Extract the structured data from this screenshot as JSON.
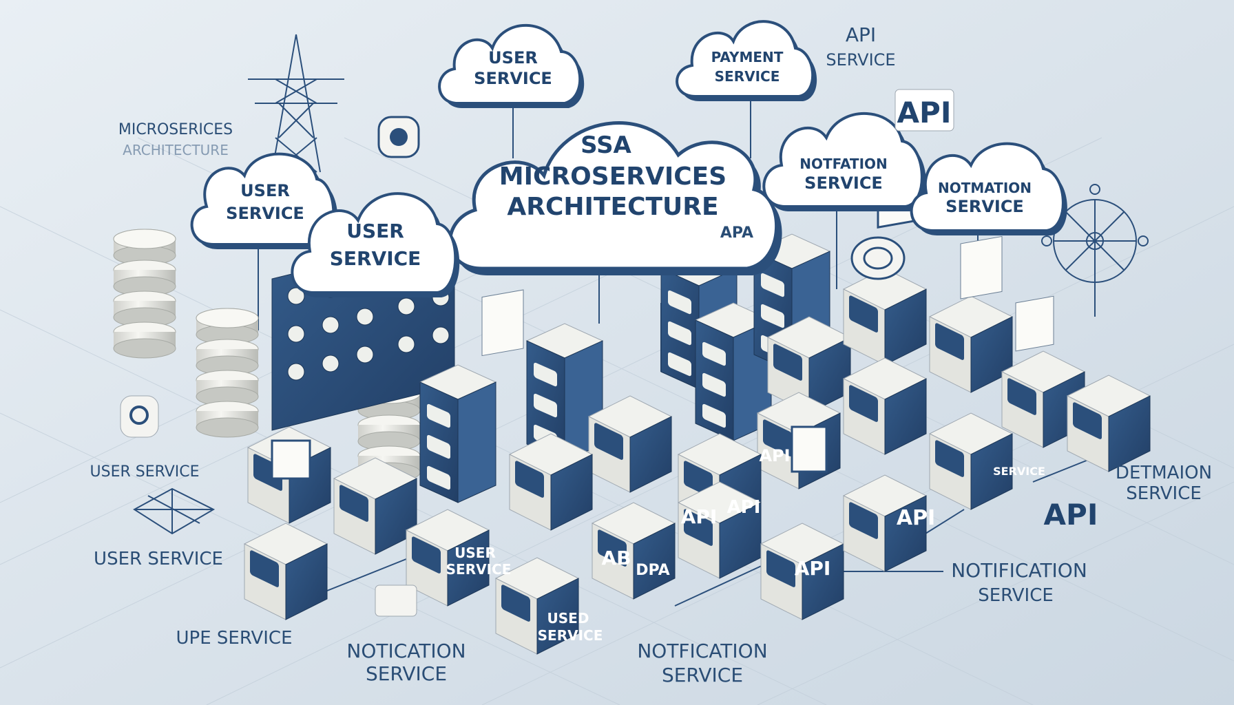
{
  "title": {
    "line1": "SSA",
    "line2": "MICROSERVICES",
    "line3": "ARCHITECTURE"
  },
  "clouds": [
    {
      "lines": [
        "USER",
        "SERVICE"
      ]
    },
    {
      "lines": [
        "PAYMENT",
        "SERVICE"
      ]
    },
    {
      "lines": [
        "USER",
        "SERVICE"
      ]
    },
    {
      "lines": [
        "USER",
        "SERVICE"
      ]
    },
    {
      "lines": [
        "NOTFATION",
        "SERVICE"
      ]
    },
    {
      "lines": [
        "NOTMATION",
        "SERVICE"
      ]
    }
  ],
  "floating_labels": {
    "api_service_top": [
      "API",
      "SERVICE"
    ],
    "api_badge": "API",
    "microservices_left": [
      "MICROSERICES",
      "ARCHITECTURE"
    ],
    "apa": "APA",
    "user_service_a": "USER SERVICE",
    "user_service_b": "USER SERVICE",
    "upe_service": "UPE SERVICE",
    "notification_a": [
      "NOTICATION",
      "SERVICE"
    ],
    "notification_b": [
      "NOTFICATION",
      "SERVICE"
    ],
    "notification_c": [
      "NOTIFICATION",
      "SERVICE"
    ],
    "detmaion": [
      "DETMAION",
      "SERVICE"
    ],
    "api_right": "API"
  },
  "box_labels": {
    "api": "API",
    "api2": "API",
    "api3": "API",
    "api4": "API",
    "api5": "API",
    "ab": "AB",
    "dpa": "DPA",
    "user_service": [
      "USER",
      "SERVICE"
    ],
    "used_service": [
      "USED",
      "SERVICE"
    ],
    "service": "SERVICE"
  },
  "colors": {
    "background": "#dfe7ee",
    "navy": "#2b4f7b",
    "navy_dark": "#1f3c61",
    "box_top": "#f1f2ee",
    "cloud_fill": "#ffffff"
  }
}
